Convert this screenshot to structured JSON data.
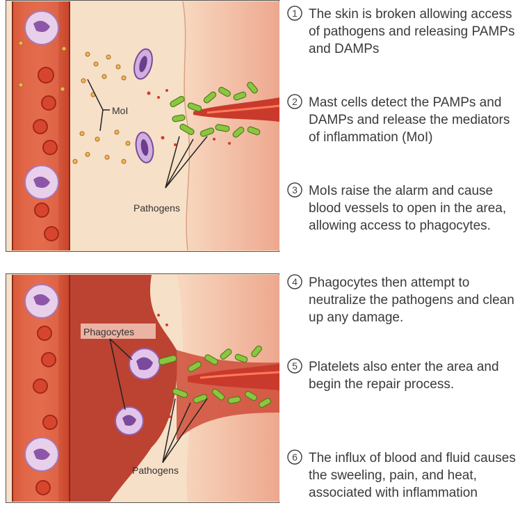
{
  "top_panel": {
    "label_moi": "MoI",
    "label_pathogens": "Pathogens"
  },
  "bottom_panel": {
    "label_phagocytes": "Phagocytes",
    "label_pathogens": "Pathogens"
  },
  "steps": [
    {
      "number": "1",
      "text": "The skin is broken allowing access of pathogens and releasing PAMPs and DAMPs"
    },
    {
      "number": "2",
      "text": "Mast cells detect the PAMPs and DAMPs and release the mediators of inflammation (MoI)"
    },
    {
      "number": "3",
      "text": "MoIs raise the alarm and cause blood vessels to open in the area, allowing access to phagocytes."
    },
    {
      "number": "4",
      "text": "Phagocytes then attempt to neutralize the pathogens and clean up any damage."
    },
    {
      "number": "5",
      "text": "Platelets also enter the area and begin the repair process."
    },
    {
      "number": "6",
      "text": "The influx of blood and fluid causes the sweeling, pain, and heat, associated with inflammation"
    }
  ],
  "colors": {
    "vessel": "#c8432a",
    "tissue": "#f7dcc0",
    "skin": "#f2b8a0",
    "inflamed": "#b8392a",
    "pathogen": "#7db83a",
    "phagocyte": "#c9a0d8"
  }
}
